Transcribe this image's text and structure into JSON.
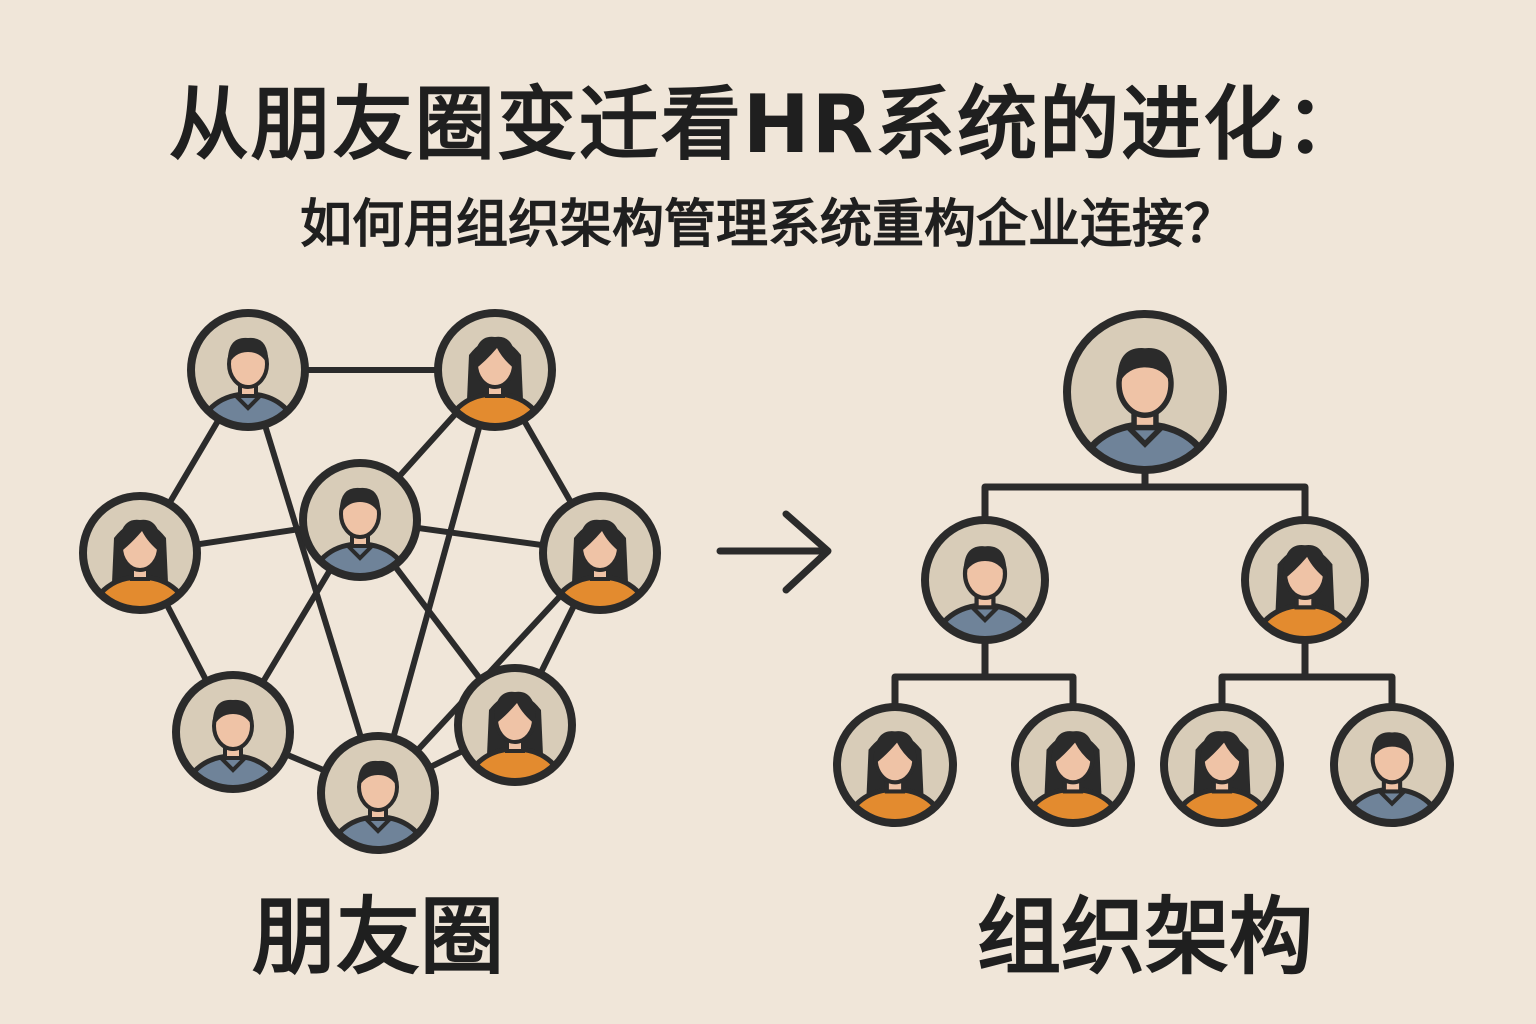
{
  "title": "从朋友圈变迁看HR系统的进化：",
  "subtitle": "如何用组织架构管理系统重构企业连接？",
  "left_label": "朋友圈",
  "right_label": "组织架构",
  "colors": {
    "background": "#f0e6d9",
    "outline": "#2b2b2b",
    "avatar_bg": "#d8ccb8",
    "skin": "#efc3a6",
    "male_shirt": "#6f8399",
    "female_shirt": "#e38b2f"
  },
  "network": {
    "nodes": [
      {
        "id": "A",
        "gender": "male"
      },
      {
        "id": "B",
        "gender": "female"
      },
      {
        "id": "C",
        "gender": "male"
      },
      {
        "id": "D",
        "gender": "female"
      },
      {
        "id": "E",
        "gender": "female"
      },
      {
        "id": "F",
        "gender": "male"
      },
      {
        "id": "G",
        "gender": "female"
      },
      {
        "id": "H",
        "gender": "male"
      }
    ],
    "edges": [
      [
        "A",
        "B"
      ],
      [
        "A",
        "D"
      ],
      [
        "A",
        "H"
      ],
      [
        "B",
        "C"
      ],
      [
        "B",
        "E"
      ],
      [
        "B",
        "H"
      ],
      [
        "D",
        "C"
      ],
      [
        "D",
        "F"
      ],
      [
        "C",
        "E"
      ],
      [
        "C",
        "F"
      ],
      [
        "C",
        "G"
      ],
      [
        "E",
        "G"
      ],
      [
        "E",
        "H"
      ],
      [
        "F",
        "H"
      ],
      [
        "G",
        "H"
      ]
    ]
  },
  "org_tree": {
    "root": {
      "gender": "male"
    },
    "managers": [
      {
        "gender": "male",
        "reports": [
          {
            "gender": "female"
          },
          {
            "gender": "female"
          }
        ]
      },
      {
        "gender": "female",
        "reports": [
          {
            "gender": "female"
          },
          {
            "gender": "male"
          }
        ]
      }
    ]
  },
  "arrow_icon": "arrow-right-icon"
}
